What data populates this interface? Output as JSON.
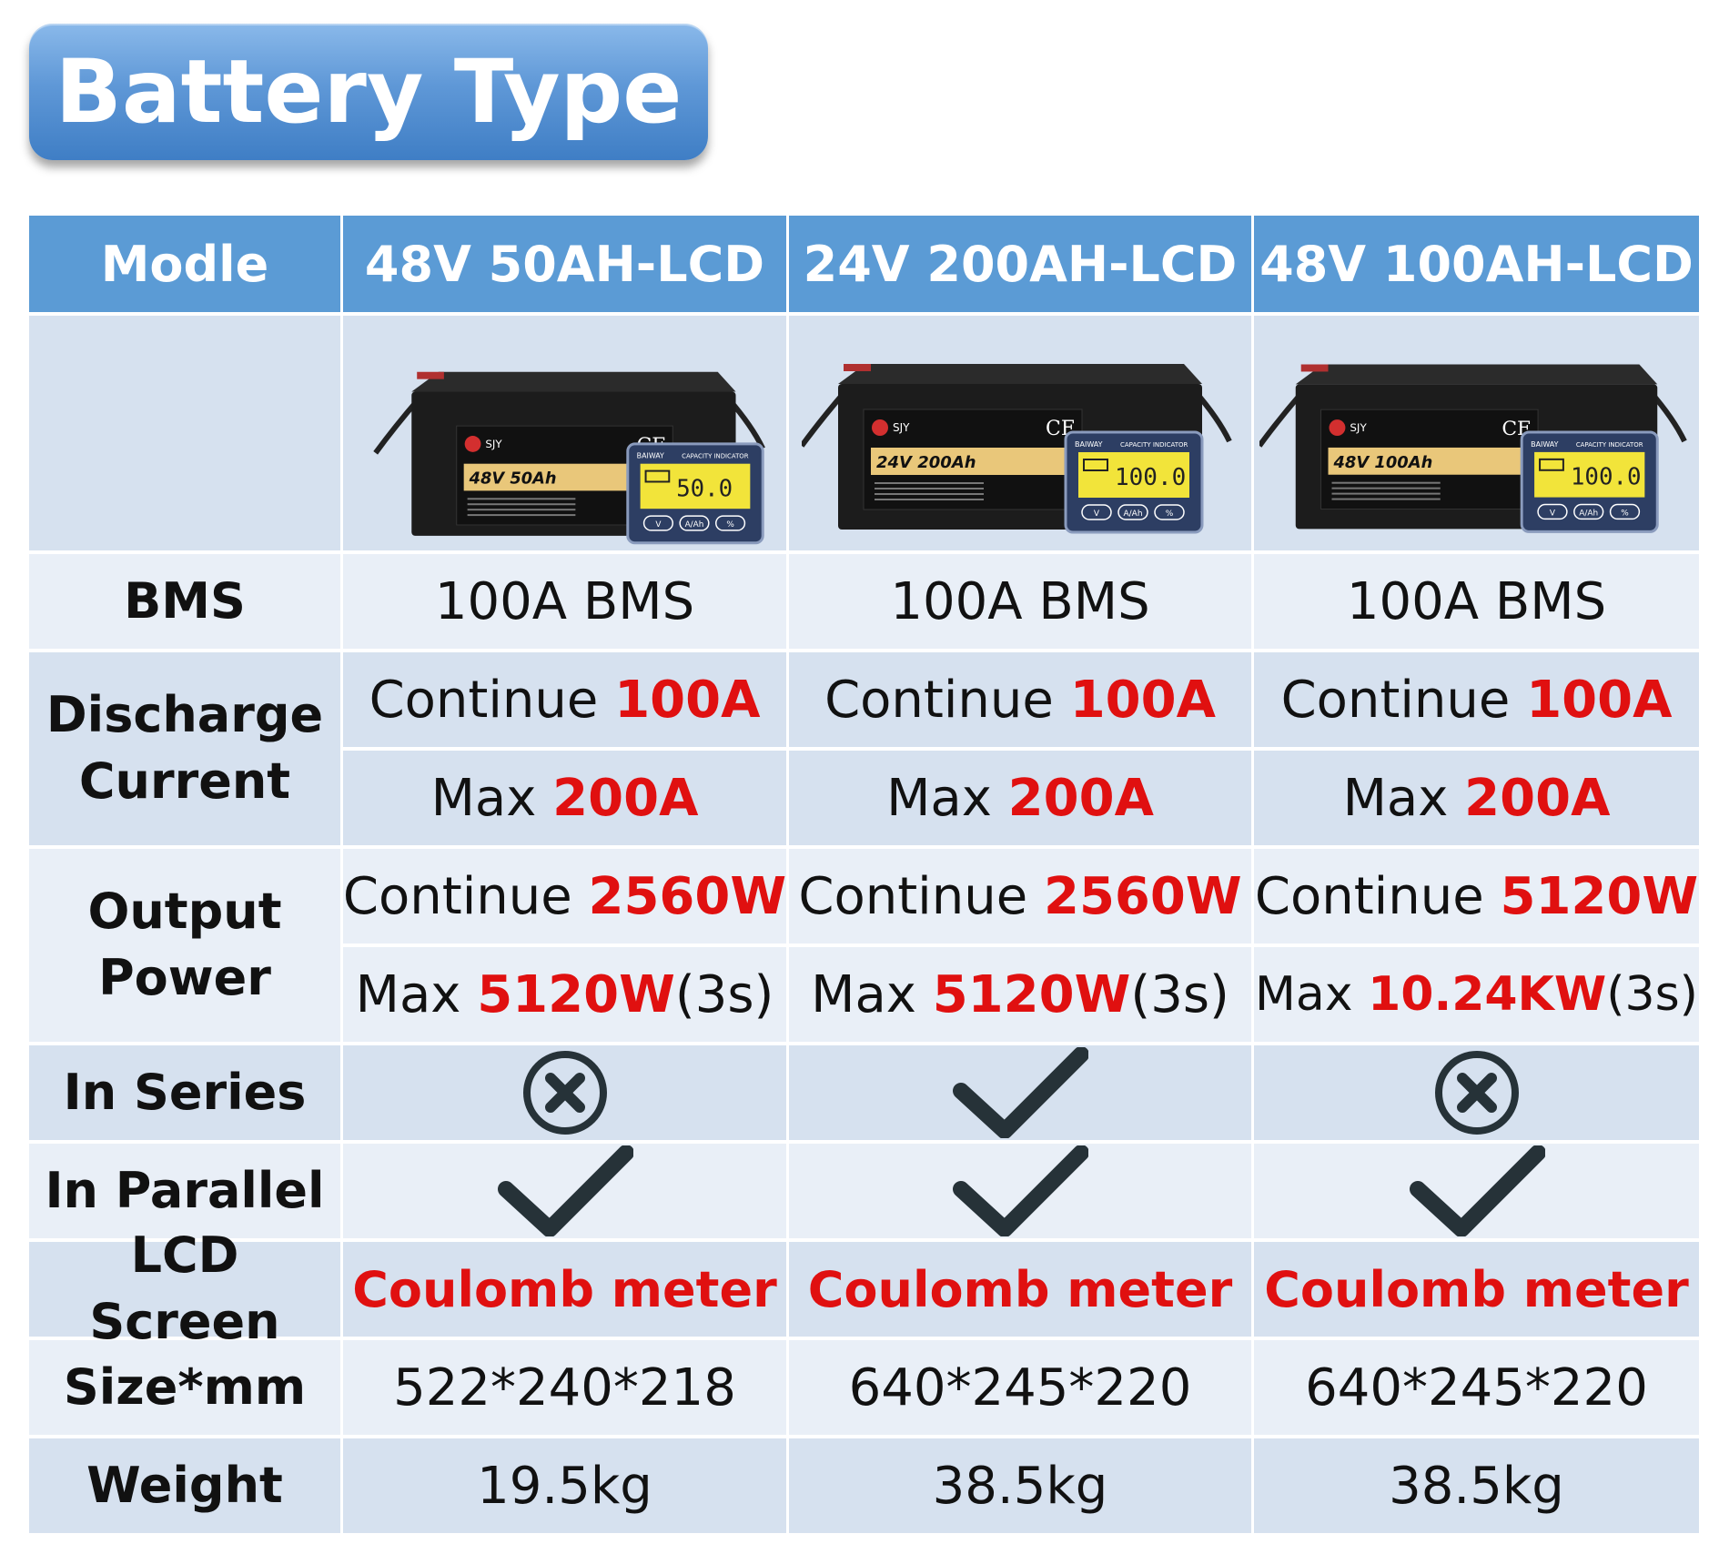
{
  "title": "Battery Type",
  "header": {
    "label": "Modle",
    "models": [
      "48V 50AH-LCD",
      "24V 200AH-LCD",
      "48V 100AH-LCD"
    ]
  },
  "rows": {
    "bms": {
      "label": "BMS",
      "values": [
        "100A BMS",
        "100A BMS",
        "100A BMS"
      ]
    },
    "discharge": {
      "label_line1": "Discharge",
      "label_line2": "Current",
      "continue_prefix": "Continue",
      "continue_values": [
        "100A",
        "100A",
        "100A"
      ],
      "max_prefix": "Max",
      "max_values": [
        "200A",
        "200A",
        "200A"
      ]
    },
    "output": {
      "label_line1": "Output",
      "label_line2": "Power",
      "continue_prefix": "Continue",
      "continue_values": [
        "2560W",
        "2560W",
        "5120W"
      ],
      "max_prefix": "Max",
      "max_values": [
        "5120W",
        "5120W",
        "10.24KW"
      ],
      "max_suffix": "(3s)"
    },
    "series": {
      "label": "In Series",
      "values": [
        "no",
        "yes",
        "no"
      ]
    },
    "parallel": {
      "label": "In Parallel",
      "values": [
        "yes",
        "yes",
        "yes"
      ]
    },
    "lcd": {
      "label": "LCD Screen",
      "values": [
        "Coulomb meter",
        "Coulomb meter",
        "Coulomb meter"
      ]
    },
    "size": {
      "label": "Size*mm",
      "values": [
        "522*240*218",
        "640*245*220",
        "640*245*220"
      ]
    },
    "weight": {
      "label": "Weight",
      "values": [
        "19.5kg",
        "38.5kg",
        "38.5kg"
      ]
    }
  },
  "products": [
    {
      "brand": "SJY",
      "label": "48V 50Ah",
      "lcd_reading": "50.0",
      "meter_brand": "BAIWAY",
      "meter_title": "CAPACITY INDICATOR",
      "buttons": [
        "V",
        "A/Ah",
        "%"
      ]
    },
    {
      "brand": "SJY",
      "label": "24V 200Ah",
      "lcd_reading": "100.0",
      "meter_brand": "BAIWAY",
      "meter_title": "CAPACITY INDICATOR",
      "buttons": [
        "V",
        "A/Ah",
        "%"
      ]
    },
    {
      "brand": "SJY",
      "label": "48V 100Ah",
      "lcd_reading": "100.0",
      "meter_brand": "BAIWAY",
      "meter_title": "CAPACITY INDICATOR",
      "buttons": [
        "V",
        "A/Ah",
        "%"
      ]
    }
  ],
  "colors": {
    "header": "#5b9bd5",
    "row_a": "#d6e1ef",
    "row_b": "#e9eff7",
    "highlight": "#e01010"
  },
  "icons": {
    "yes": "check-icon",
    "no": "circle-x-icon"
  }
}
